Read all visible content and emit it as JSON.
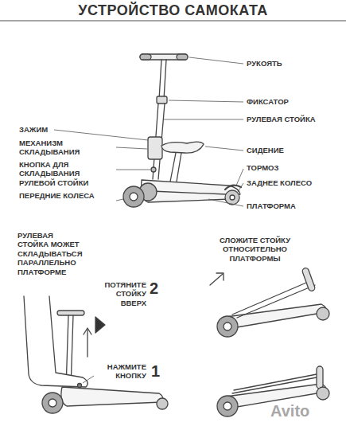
{
  "diagram": {
    "title": "УСТРОЙСТВО САМОКАТА",
    "labels": [
      "РУКОЯТЬ",
      "ФИКСАТОР",
      "РУЛЕВАЯ СТОЙКА",
      "ЗАЖИМ",
      "МЕХАНИЗМ СКЛАДЫВАНИЯ",
      "СИДЕНИЕ",
      "КНОПКА ДЛЯ СКЛАДЫВАНИЯ РУЛЕВОЙ СТОЙКИ",
      "ТОРМОЗ",
      "ЗАДНЕЕ КОЛЕСО",
      "ПЕРЕДНИЕ КОЛЕСА",
      "ПЛАТФОРМА",
      "РУЛЕВАЯ СТОЙКА МОЖЕТ СКЛАДЫВАТЬСЯ ПАРАЛЛЕЛЬНО ПЛАТФОРМЕ",
      "СЛОЖИТЕ СТОЙКУ ОТНОСИТЕЛЬНО ПЛАТФОРМЫ",
      "ПОТЯНИТЕ СТОЙКУ ВВЕРХ",
      "2",
      "НАЖМИТЕ КНОПКУ",
      "1",
      "Avito"
    ]
  }
}
